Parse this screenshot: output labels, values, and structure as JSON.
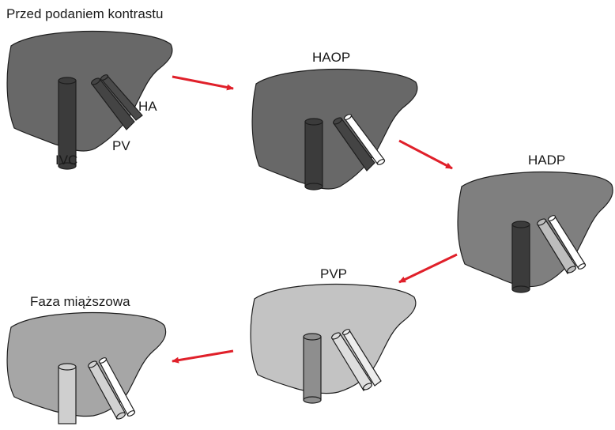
{
  "title": "Przed podaniem kontrastu",
  "colors": {
    "outline": "#1e1e1e",
    "arrow": "#e0202a",
    "background": "#ffffff"
  },
  "phases": [
    {
      "label": "Przed podaniem kontrastu",
      "liver_color": "#686868",
      "ivc_color": "#3b3b3b",
      "pv_color": "#444444",
      "ha_color": "#4a4a4a",
      "vessel_labels": {
        "ha": "HA",
        "pv": "PV",
        "ivc": "IVC"
      }
    },
    {
      "label": "HAOP",
      "liver_color": "#686868",
      "ivc_color": "#3b3b3b",
      "pv_color": "#444444",
      "ha_color": "#ffffff"
    },
    {
      "label": "HADP",
      "liver_color": "#7f7f7f",
      "ivc_color": "#3b3b3b",
      "pv_color": "#bdbdbd",
      "ha_color": "#ffffff"
    },
    {
      "label": "PVP",
      "liver_color": "#c3c3c3",
      "ivc_color": "#8e8e8e",
      "pv_color": "#dedede",
      "ha_color": "#ededed"
    },
    {
      "label": "Faza miąższowa",
      "liver_color": "#a6a6a6",
      "ivc_color": "#cfcfcf",
      "pv_color": "#d2d2d2",
      "ha_color": "#ffffff"
    }
  ]
}
